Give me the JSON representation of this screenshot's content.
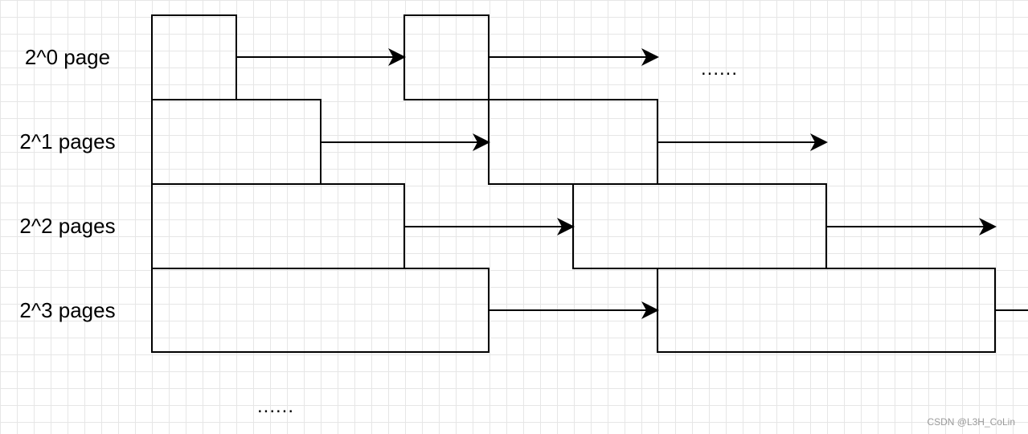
{
  "rows": [
    {
      "label": "2^0 page"
    },
    {
      "label": "2^1 pages"
    },
    {
      "label": "2^2 pages"
    },
    {
      "label": "2^3 pages"
    }
  ],
  "ellipsis_right": "......",
  "ellipsis_bottom": "......",
  "watermark": "CSDN @L3H_CoLin"
}
